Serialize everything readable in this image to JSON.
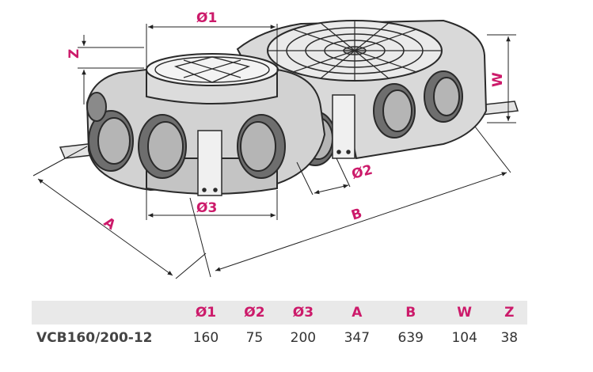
{
  "colors": {
    "accent": "#cc1a6a",
    "line": "#2a2a2a",
    "body_fill": "#d6d6d6",
    "header_bg": "#e9e9e9"
  },
  "drawing": {
    "labels": {
      "d1": "Ø1",
      "d2": "Ø2",
      "d3": "Ø3",
      "a": "A",
      "b": "B",
      "w": "W",
      "z": "Z"
    }
  },
  "table": {
    "headers": [
      "",
      "Ø1",
      "Ø2",
      "Ø3",
      "A",
      "B",
      "W",
      "Z"
    ],
    "rows": [
      [
        "VCB160/200-12",
        "160",
        "75",
        "200",
        "347",
        "639",
        "104",
        "38"
      ]
    ]
  }
}
